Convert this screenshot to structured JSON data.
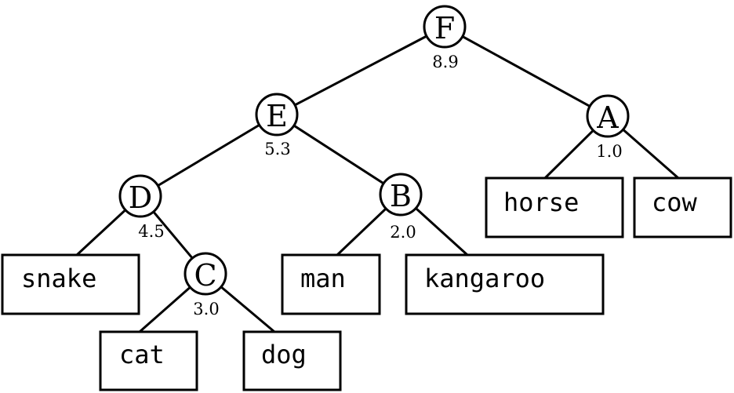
{
  "tree": {
    "nodes": {
      "F": {
        "letter": "F",
        "value": "8.9"
      },
      "E": {
        "letter": "E",
        "value": "5.3"
      },
      "A": {
        "letter": "A",
        "value": "1.0"
      },
      "D": {
        "letter": "D",
        "value": "4.5"
      },
      "B": {
        "letter": "B",
        "value": "2.0"
      },
      "C": {
        "letter": "C",
        "value": "3.0"
      }
    },
    "leaves": {
      "horse": "horse",
      "cow": "cow",
      "snake": "snake",
      "man": "man",
      "kangaroo": "kangaroo",
      "cat": "cat",
      "dog": "dog"
    }
  }
}
